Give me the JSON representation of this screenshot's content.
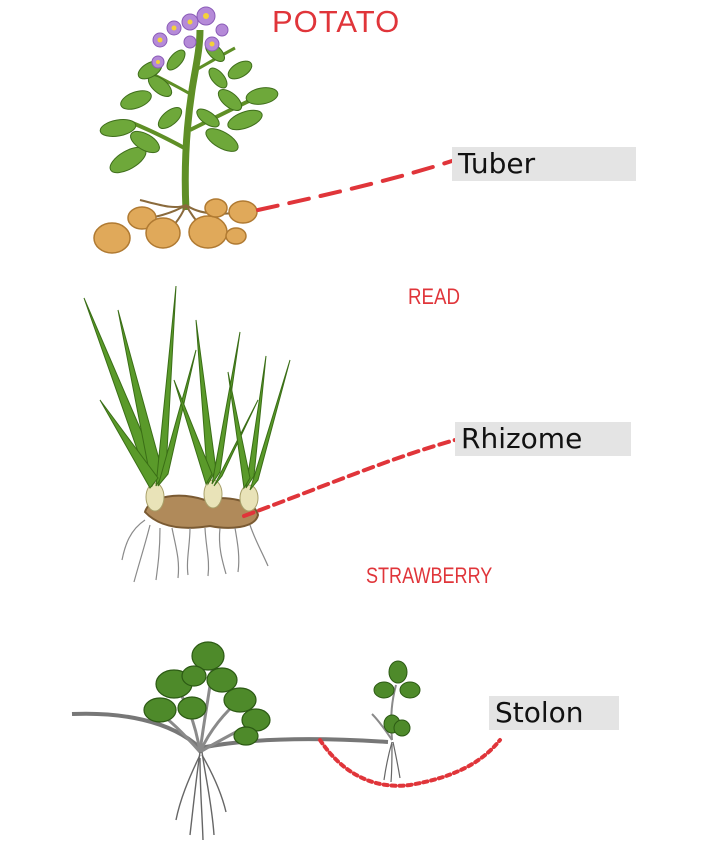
{
  "headings": {
    "potato": "POTATO",
    "read": "READ",
    "strawberry": "STRAWBERRY"
  },
  "labels": {
    "tuber": "Tuber",
    "rhizome": "Rhizome",
    "stolon": "Stolon"
  },
  "colors": {
    "heading": "#e0353a",
    "leader_line": "#e0353a",
    "leaf": "#5a9a2a",
    "tuber": "#e0a95a",
    "flower": "#b58ad8"
  }
}
